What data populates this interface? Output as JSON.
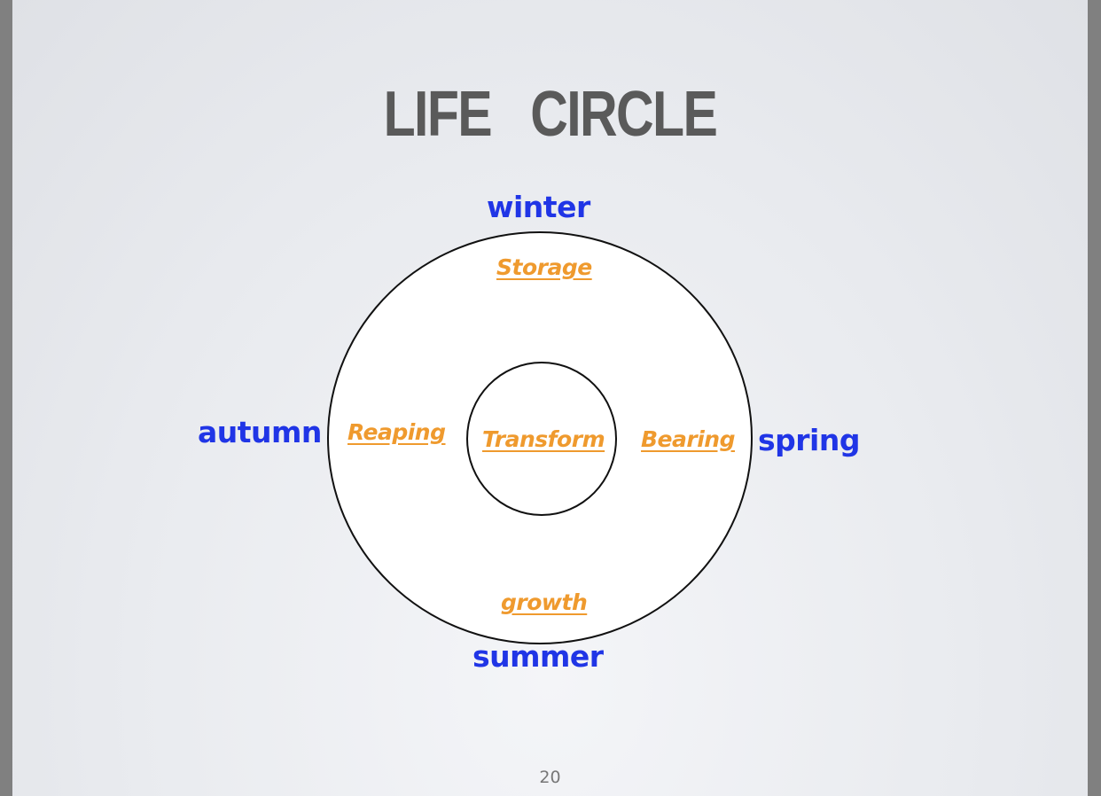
{
  "slide": {
    "title": "LIFE   CIRCLE",
    "page_number": "20"
  },
  "seasons": {
    "top": "winter",
    "right": "spring",
    "bottom": "summer",
    "left": "autumn"
  },
  "phases": {
    "top": "Storage",
    "right": "Bearing",
    "bottom": "growth",
    "left": "Reaping",
    "center": "Transform"
  },
  "colors": {
    "title": "#5a5a5a",
    "season_text": "#2035e6",
    "phase_text": "#ef9a2e",
    "circle_stroke": "#111111",
    "circle_fill": "#ffffff"
  }
}
